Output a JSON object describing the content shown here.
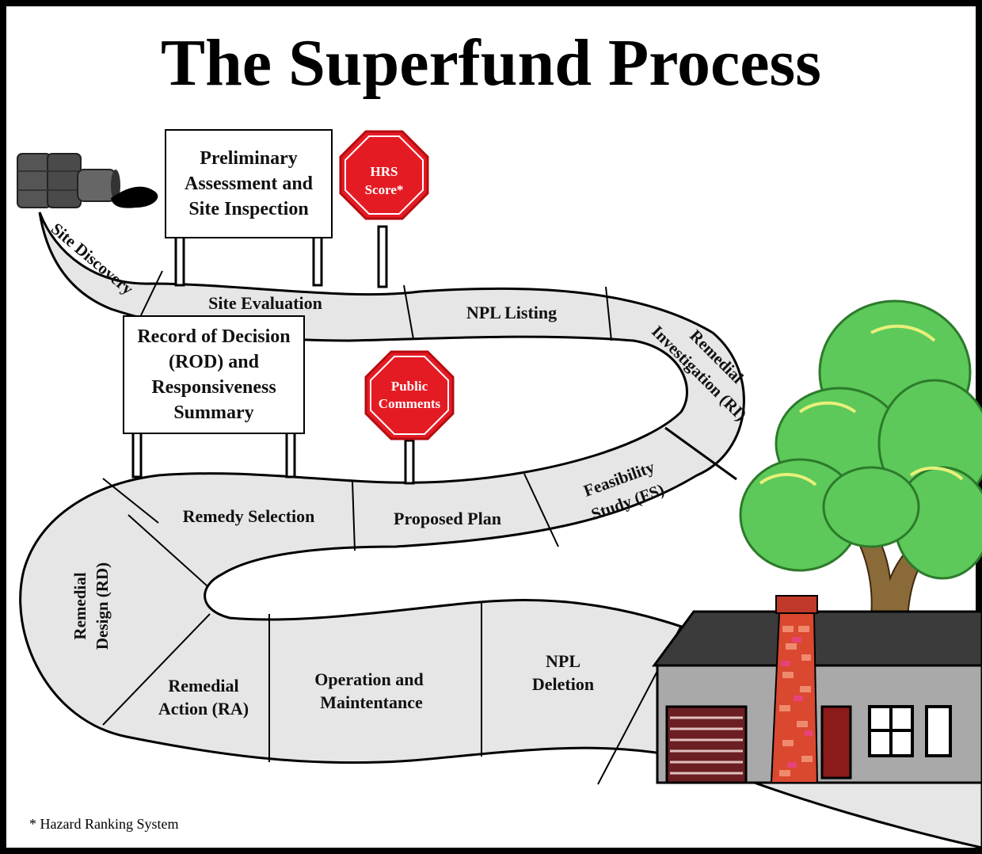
{
  "title": "The Superfund Process",
  "signs": {
    "pa_si": "Preliminary\nAssessment and\nSite Inspection",
    "rod": "Record of Decision\n(ROD) and\nResponsiveness\nSummary"
  },
  "stop_signs": {
    "hrs": [
      "HRS",
      "Score*"
    ],
    "public": [
      "Public",
      "Comments"
    ]
  },
  "steps": {
    "site_discovery": "Site Discovery",
    "site_evaluation": "Site Evaluation",
    "npl_listing": "NPL Listing",
    "ri": [
      "Remedial",
      "Investigation (RI)"
    ],
    "fs": [
      "Feasibility",
      "Study (FS)"
    ],
    "proposed_plan": "Proposed Plan",
    "remedy_selection": "Remedy Selection",
    "rd": [
      "Remedial",
      "Design (RD)"
    ],
    "ra": [
      "Remedial",
      "Action (RA)"
    ],
    "om": [
      "Operation and",
      "Maintentance"
    ],
    "npl_deletion": [
      "NPL",
      "Deletion"
    ]
  },
  "footnote": "* Hazard Ranking System",
  "colors": {
    "road": "#e6e6e6",
    "stop_sign": "#e51b24",
    "tree": "#5cc95a",
    "roof": "#3b3b3b",
    "house_wall": "#a9a9a9",
    "chimney": "#d9482f",
    "barrel": "#505050"
  }
}
